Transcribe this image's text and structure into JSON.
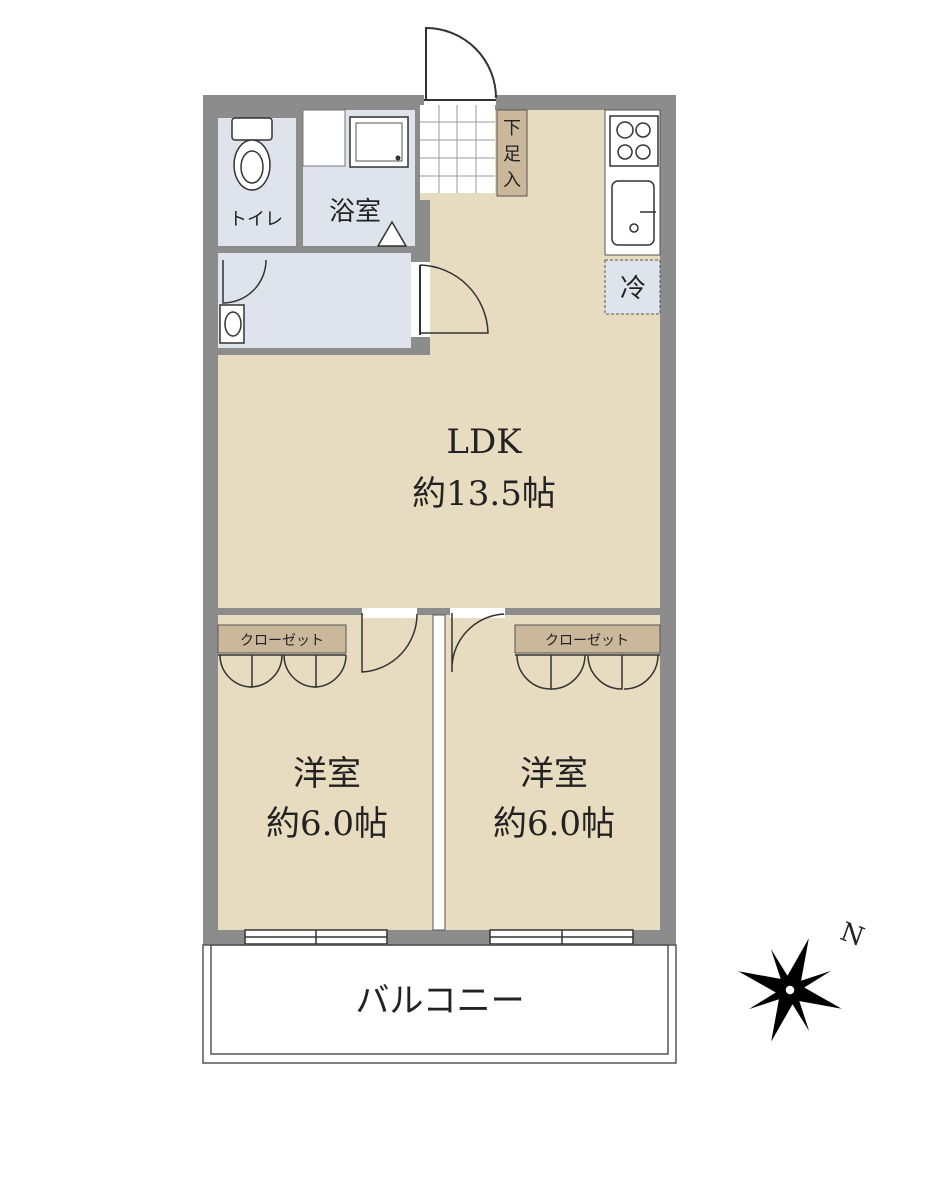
{
  "floorplan": {
    "colors": {
      "wall": "#8c8c8c",
      "room_floor": "#e8dcc0",
      "wet_area": "#dfe3ec",
      "closet": "#cbb89b",
      "genkan": "#ffffff",
      "outline": "#333333"
    },
    "rooms": {
      "ldk": {
        "name": "LDK",
        "size": "約13.5帖"
      },
      "western_left": {
        "name": "洋室",
        "size": "約6.0帖"
      },
      "western_right": {
        "name": "洋室",
        "size": "約6.0帖"
      },
      "toilet": {
        "name": "トイレ"
      },
      "bath": {
        "name": "浴室"
      },
      "balcony": {
        "name": "バルコニー"
      }
    },
    "closets": {
      "left": "クローゼット",
      "right": "クローゼット"
    },
    "shoe_box": [
      "下",
      "足",
      "入"
    ],
    "fridge": "冷",
    "compass": {
      "north": "N"
    }
  }
}
